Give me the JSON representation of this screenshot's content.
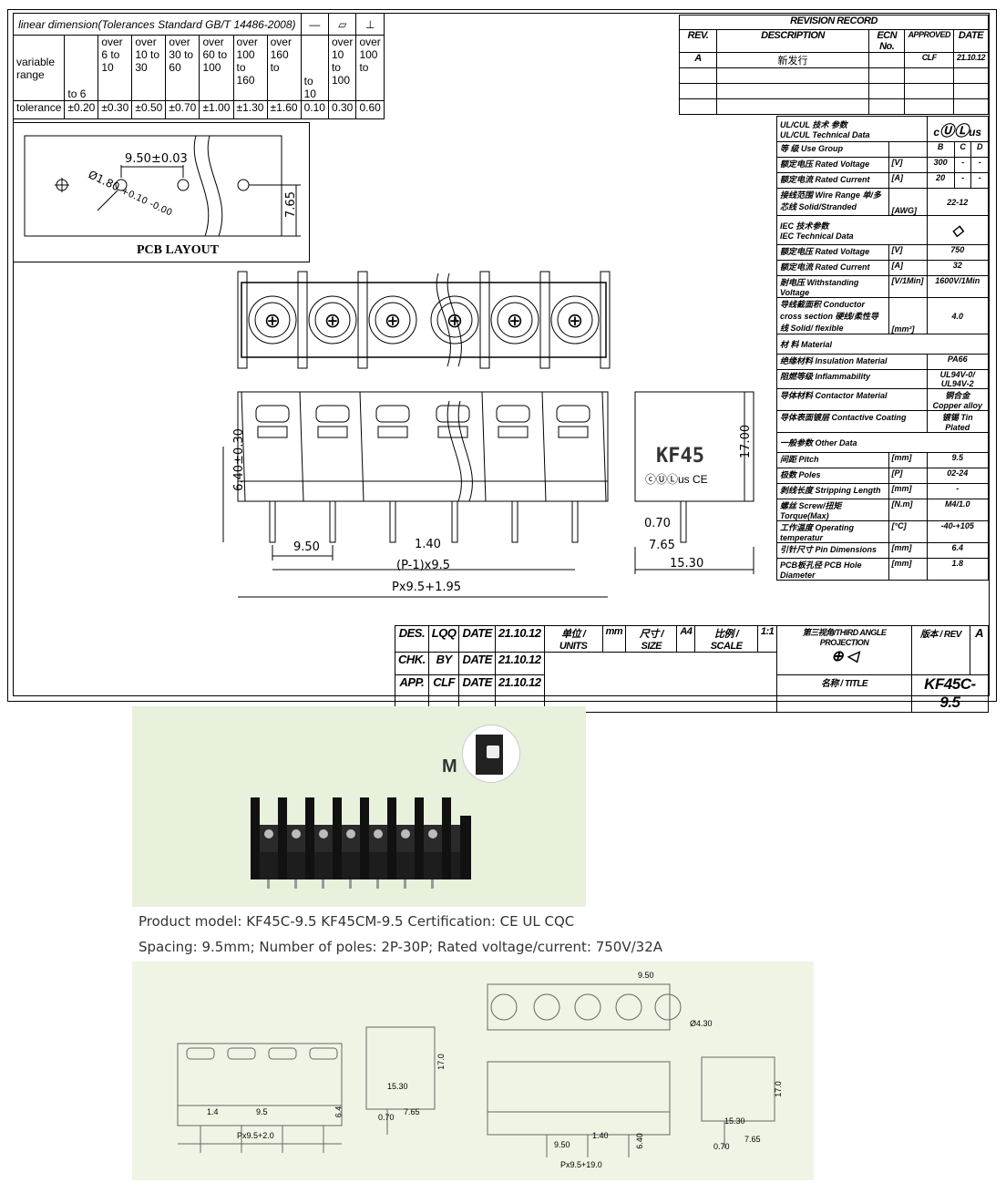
{
  "tolerance_table": {
    "title": "linear dimension(Tolerances Standard GB/T 14486-2008)",
    "symbols": [
      "—",
      "▱",
      "⊥"
    ],
    "row_label_1": "variable range",
    "row_label_2": "tolerance",
    "ranges": [
      [
        "to 6"
      ],
      [
        "over 6 to 10"
      ],
      [
        "over 10 to 30"
      ],
      [
        "over 30 to 60"
      ],
      [
        "over 60 to 100"
      ],
      [
        "over 100 to 160"
      ],
      [
        "over 160 to"
      ],
      [
        "to 10"
      ],
      [
        "over 10 to 100"
      ],
      [
        "over 100 to"
      ]
    ],
    "tolerances": [
      "±0.20",
      "±0.30",
      "±0.50",
      "±0.70",
      "±1.00",
      "±1.30",
      "±1.60",
      "0.10",
      "0.30",
      "0.60"
    ]
  },
  "pcb_layout": {
    "title": "PCB LAYOUT",
    "pitch": "9.50±0.03",
    "hole": "Ø1.80",
    "hole_tol_plus": "+0.10",
    "hole_tol_minus": "-0.00",
    "height": "7.65"
  },
  "revision": {
    "title": "REVISION  RECORD",
    "headers": [
      "REV.",
      "DESCRIPTION",
      "ECN No.",
      "APPROVED",
      "DATE"
    ],
    "rows": [
      [
        "A",
        "新发行",
        "",
        "CLF",
        "21.10.12"
      ]
    ]
  },
  "specs": {
    "ul_title_cn": "UL/CUL  技术 参数",
    "ul_title_en": "UL/CUL   Technical Data",
    "ul_rows": [
      {
        "label": "等 级       Use Group",
        "unit": "",
        "b": "B",
        "c": "C",
        "d": "D"
      },
      {
        "label": "额定电压    Rated Voltage",
        "unit": "[V]",
        "b": "300",
        "c": "-",
        "d": "-"
      },
      {
        "label": "额定电流    Rated Current",
        "unit": "[A]",
        "b": "20",
        "c": "-",
        "d": "-"
      }
    ],
    "wire_label": "接线范围  Wire Range  单/多芯线  Solid/Stranded",
    "wire_unit": "[AWG]",
    "wire_value": "22-12",
    "iec_title_cn": "IEC  技术参数",
    "iec_title_en": "IEC  Technical Data",
    "iec_rows": [
      {
        "label": "额定电压    Rated Voltage",
        "unit": "[V]",
        "value": "750"
      },
      {
        "label": "额定电流    Rated Current",
        "unit": "[A]",
        "value": "32"
      },
      {
        "label": "耐电压  Withstanding Voltage",
        "unit": "[V/1Min]",
        "value": "1600V/1Min"
      },
      {
        "label": "导线截面积 Conductor cross section 硬线/柔性导线 Solid/ flexible",
        "unit": "[mm²]",
        "value": "4.0"
      }
    ],
    "material_title": "材 料        Material",
    "material_rows": [
      {
        "label": "绝缘材料    Insulation Material",
        "value": "PA66"
      },
      {
        "label": "阻燃等级    Inflammability",
        "value": "UL94V-0/ UL94V-2"
      },
      {
        "label": "导体材料    Contactor Material",
        "value": "铜合金 Copper alloy"
      },
      {
        "label": "导体表面镀层  Contactive Coating",
        "value": "镀锡  Tin Plated"
      }
    ],
    "other_title": "一般参数      Other Data",
    "other_rows": [
      {
        "label": "间距  Pitch",
        "unit": "[mm]",
        "value": "9.5"
      },
      {
        "label": "极数  Poles",
        "unit": "[P]",
        "value": "02-24"
      },
      {
        "label": "剥线长度  Stripping Length",
        "unit": "[mm]",
        "value": "-"
      },
      {
        "label": "螺丝 Screw/扭矩 Torque(Max)",
        "unit": "[N.m]",
        "value": "M4/1.0"
      },
      {
        "label": "工作温度  Operating temperatur",
        "unit": "[°C]",
        "value": "-40-+105"
      },
      {
        "label": "引针尺寸  Pin Dimensions",
        "unit": "[mm]",
        "value": "6.4"
      },
      {
        "label": "PCB板孔径 PCB Hole Diameter",
        "unit": "[mm]",
        "value": "1.8"
      }
    ]
  },
  "drawing": {
    "height_dim": "6.40±0.30",
    "pitch_dim": "9.50",
    "pin_dim": "1.40",
    "span_dim": "(P-1)x9.5",
    "total_dim": "Px9.5+1.95",
    "side_height": "17.00",
    "side_label": "KF45",
    "side_pin": "0.70",
    "side_offset": "7.65",
    "side_width": "15.30"
  },
  "title_block": {
    "rows": [
      [
        "DES.",
        "LQQ",
        "DATE",
        "21.10.12"
      ],
      [
        "CHK.",
        "BY",
        "DATE",
        "21.10.12"
      ],
      [
        "APP.",
        "CLF",
        "DATE",
        "21.10.12"
      ]
    ],
    "units_label": "单位 / UNITS",
    "units": "mm",
    "size_label": "尺寸 / SIZE",
    "size": "A4",
    "scale_label": "比例 / SCALE",
    "scale": "1:1",
    "projection": "第三视角/THIRD ANGLE PROJECTION",
    "rev_label": "版本 / REV",
    "rev": "A",
    "name_label": "名称 / TITLE",
    "name": "KF45C-9.5"
  },
  "photo": {
    "marker": "M"
  },
  "captions": {
    "line1": "Product model: KF45C-9.5 KF45CM-9.5 Certification: CE UL CQC",
    "line2": "Spacing: 9.5mm; Number of poles: 2P-30P; Rated voltage/current: 750V/32A"
  },
  "bottom_drawing": {
    "left": {
      "pin": "1.4",
      "pitch": "9.5",
      "total": "Px9.5+2.0",
      "height": "6.4"
    },
    "side_left": {
      "width": "15.30",
      "height": "17.0",
      "pin": "0.70",
      "offset": "7.65"
    },
    "top_right": {
      "pitch": "9.50",
      "hole": "Ø4.30"
    },
    "front_right": {
      "pitch": "9.50",
      "pin": "1.40",
      "height": "6.40",
      "total": "Px9.5+19.0"
    },
    "side_right": {
      "width": "15.30",
      "height": "17.0",
      "pin": "0.70",
      "offset": "7.65"
    }
  }
}
